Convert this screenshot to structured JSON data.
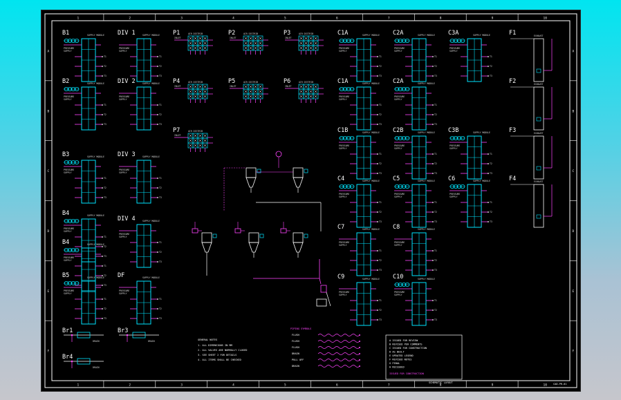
{
  "drawing": {
    "border_columns": [
      "1",
      "2",
      "3",
      "4",
      "5",
      "6",
      "7",
      "8",
      "9",
      "10"
    ],
    "border_rows": [
      "A",
      "B",
      "C",
      "D",
      "E",
      "F"
    ],
    "sheet_number": "CAD-PR-01",
    "title_note": "SCHEMATIC LAYOUT"
  },
  "colors": {
    "background": "#000000",
    "border": "#ffffff",
    "cabinet": "#00e5ff",
    "wiring": "#ff44ff",
    "text": "#ffffff",
    "labels": "#e8e8e8"
  },
  "panels": [
    {
      "id": "b1",
      "label": "B1",
      "type": "cabinet",
      "icon": "coil"
    },
    {
      "id": "b2",
      "label": "B2",
      "type": "cabinet",
      "icon": "coil"
    },
    {
      "id": "b3",
      "label": "B3",
      "type": "cabinet",
      "icon": "coil"
    },
    {
      "id": "b4",
      "label": "B4",
      "type": "cabinet",
      "icon": "coil"
    },
    {
      "id": "b41",
      "label": "B4",
      "type": "cabinet",
      "icon": "coil"
    },
    {
      "id": "b5",
      "label": "B5",
      "type": "cabinet",
      "icon": "coil"
    },
    {
      "id": "div1",
      "label": "DIV 1",
      "type": "cabinet",
      "icon": "none"
    },
    {
      "id": "div2",
      "label": "DIV 2",
      "type": "cabinet",
      "icon": "none"
    },
    {
      "id": "div3",
      "label": "DIV 3",
      "type": "cabinet",
      "icon": "none"
    },
    {
      "id": "div4",
      "label": "DIV 4",
      "type": "cabinet",
      "icon": "none"
    },
    {
      "id": "df",
      "label": "DF",
      "type": "cabinet",
      "icon": "none"
    },
    {
      "id": "p1",
      "label": "P1",
      "type": "matrix",
      "icon": "none"
    },
    {
      "id": "p2",
      "label": "P2",
      "type": "matrix",
      "icon": "none"
    },
    {
      "id": "p3",
      "label": "P3",
      "type": "matrix",
      "icon": "none"
    },
    {
      "id": "p4",
      "label": "P4",
      "type": "matrix",
      "icon": "none"
    },
    {
      "id": "p5",
      "label": "P5",
      "type": "matrix",
      "icon": "none"
    },
    {
      "id": "p6",
      "label": "P6",
      "type": "matrix",
      "icon": "none"
    },
    {
      "id": "p7",
      "label": "P7",
      "type": "matrix",
      "icon": "none"
    },
    {
      "id": "c1a",
      "label": "C1A",
      "type": "cabinet",
      "icon": "coil"
    },
    {
      "id": "c2a",
      "label": "C2A",
      "type": "cabinet",
      "icon": "coil"
    },
    {
      "id": "c3a",
      "label": "C3A",
      "type": "cabinet",
      "icon": "coil"
    },
    {
      "id": "c1a1",
      "label": "C1A",
      "type": "cabinet",
      "icon": "coil"
    },
    {
      "id": "c2a1",
      "label": "C2A",
      "type": "cabinet",
      "icon": "coil"
    },
    {
      "id": "c1b",
      "label": "C1B",
      "type": "cabinet",
      "icon": "coil"
    },
    {
      "id": "c2b",
      "label": "C2B",
      "type": "cabinet",
      "icon": "coil"
    },
    {
      "id": "c3b",
      "label": "C3B",
      "type": "cabinet",
      "icon": "coil"
    },
    {
      "id": "c4",
      "label": "C4",
      "type": "cabinet",
      "icon": "coil"
    },
    {
      "id": "c5",
      "label": "C5",
      "type": "cabinet",
      "icon": "coil"
    },
    {
      "id": "c6",
      "label": "C6",
      "type": "cabinet",
      "icon": "coil"
    },
    {
      "id": "c7",
      "label": "C7",
      "type": "cabinet",
      "icon": "none"
    },
    {
      "id": "c8",
      "label": "C8",
      "type": "cabinet",
      "icon": "none"
    },
    {
      "id": "c9",
      "label": "C9",
      "type": "cabinet",
      "icon": "none"
    },
    {
      "id": "c10",
      "label": "C10",
      "type": "cabinet",
      "icon": "coil"
    },
    {
      "id": "f1",
      "label": "F1",
      "type": "column",
      "icon": "none"
    },
    {
      "id": "f2",
      "label": "F2",
      "type": "column",
      "icon": "none"
    },
    {
      "id": "f3",
      "label": "F3",
      "type": "column",
      "icon": "none"
    },
    {
      "id": "f4",
      "label": "F4",
      "type": "column",
      "icon": "none"
    },
    {
      "id": "br1",
      "label": "Br1",
      "type": "branch",
      "icon": "none"
    },
    {
      "id": "br3",
      "label": "Br3",
      "type": "branch",
      "icon": "none"
    },
    {
      "id": "br4",
      "label": "Br4",
      "type": "branch",
      "icon": "none"
    }
  ],
  "legend": {
    "title": "PIPING SYMBOLS",
    "rows": [
      "FLUSH",
      "FLUSH",
      "FLUSH",
      "DRAIN",
      "PULL OFF",
      "DRAIN"
    ]
  },
  "notes": {
    "title": "GENERAL NOTES",
    "lines": [
      "1. ALL DIMENSIONS IN MM",
      "2. ALL VALVES ARE NORMALLY CLOSED",
      "3. SEE SHEET 2 FOR DETAILS",
      "4. ALL ITEMS SHALL BE CHECKED"
    ]
  },
  "revisions": {
    "lines": [
      "A  ISSUED FOR REVIEW",
      "B  REVISED PER COMMENTS",
      "C  ISSUED FOR CONSTRUCTION",
      "D  AS BUILT",
      "E  UPDATED LEGEND",
      "F  REVISED NOTES",
      "G  FINAL",
      "H  REISSUED"
    ],
    "highlight": "ISSUED FOR CONSTRUCTION"
  }
}
